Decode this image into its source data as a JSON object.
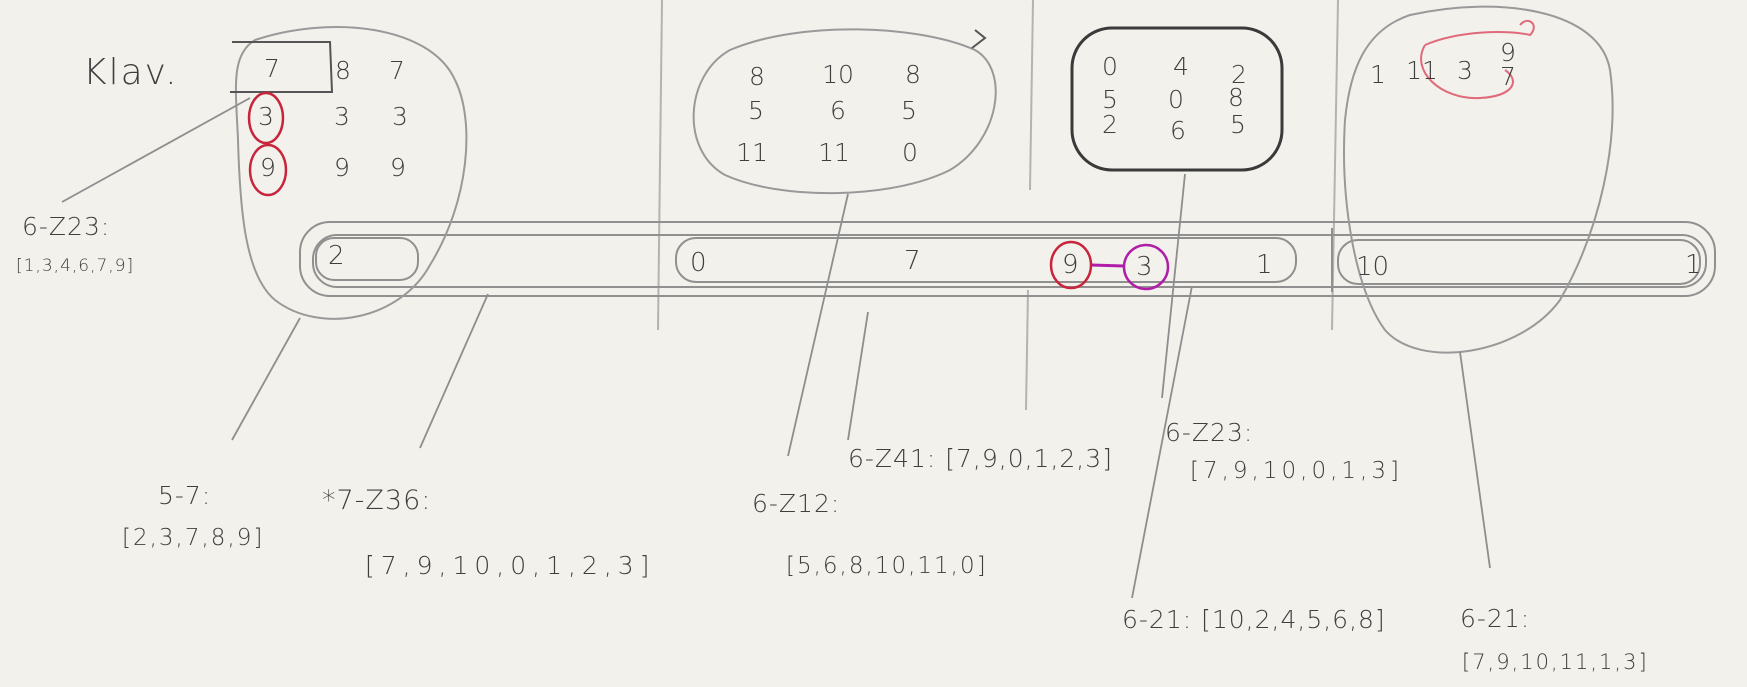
{
  "title": "Klav.",
  "grids": {
    "g1": [
      "7",
      "8",
      "7",
      "3",
      "3",
      "3",
      "9",
      "9",
      "9"
    ],
    "g2": [
      "8",
      "10",
      "8",
      "5",
      "6",
      "5",
      "11",
      "11",
      "0"
    ],
    "g3": [
      "0",
      "4",
      "2",
      "5",
      "0",
      "8",
      "2",
      "6",
      "5"
    ],
    "g4": [
      "1",
      "11",
      "3",
      "9",
      "7"
    ]
  },
  "bar": {
    "b0": "2",
    "b1": "0",
    "b2": "7",
    "b3": "9",
    "b4": "3",
    "b5": "1",
    "b6": "10",
    "b7": "1"
  },
  "labels": {
    "l1_name": "6-Z23:",
    "l1_set": "[1,3,4,6,7,9]",
    "l2_name": "5-7:",
    "l2_set": "[2,3,7,8,9]",
    "l3_name": "*7-Z36:",
    "l3_set": "[7,9,10,0,1,2,3]",
    "l4_name": "6-Z41: [7,9,0,1,2,3]",
    "l5_name": "6-Z12:",
    "l5_set": "[5,6,8,10,11,0]",
    "l6_name": "6-Z23:",
    "l6_set": "[7,9,10,0,1,3]",
    "l7_name": "6-21: [10,2,4,5,6,8]",
    "l8_name": "6-21:",
    "l8_set": "[7,9,10,11,1,3]"
  },
  "colors": {
    "paper": "#f2f1ec",
    "pencil": "#8c8c8c",
    "ink": "#3f3f3f",
    "red": "#c8243c",
    "magenta": "#b01ea8",
    "pink": "#e06a7a"
  }
}
